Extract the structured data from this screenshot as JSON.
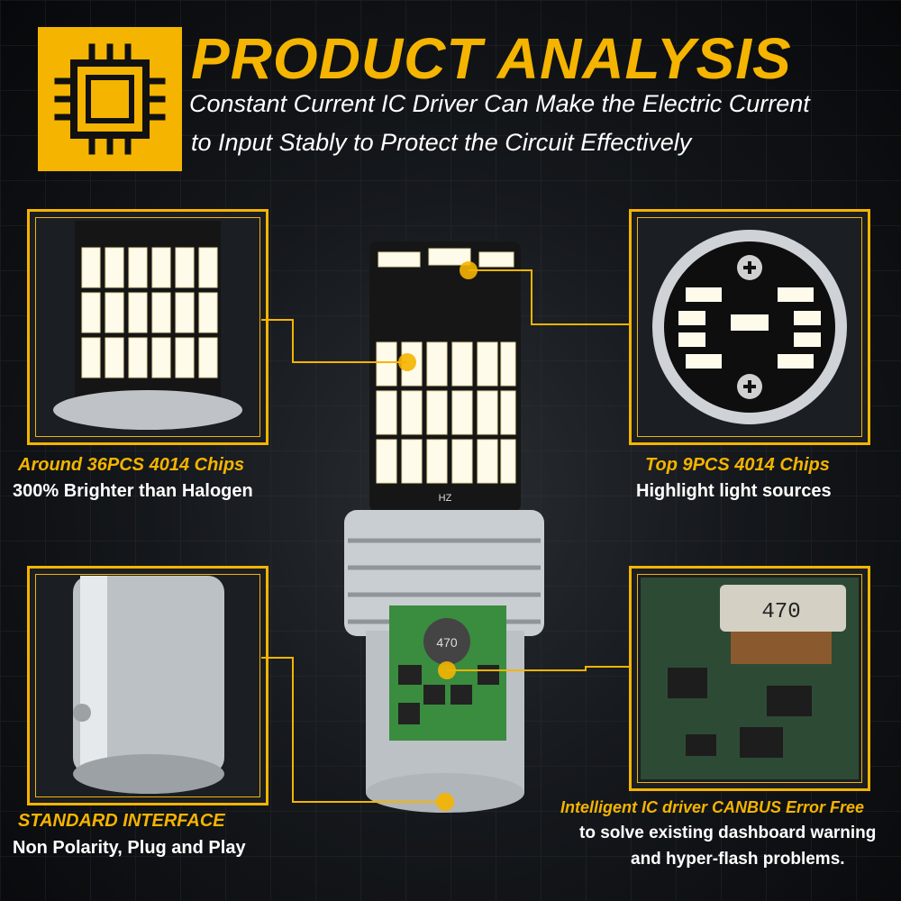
{
  "header": {
    "title": "PRODUCT ANALYSIS",
    "subtitle_line1": "Constant Current IC Driver Can Make the Electric Current",
    "subtitle_line2": "to Input Stably to Protect the Circuit Effectively",
    "icon": "chip-icon"
  },
  "top_left": {
    "caption_highlight": "Around 36PCS 4014 Chips",
    "caption_body": "300% Brighter than Halogen"
  },
  "top_right": {
    "caption_highlight": "Top 9PCS 4014 Chips",
    "caption_body": "Highlight light sources"
  },
  "bottom_left": {
    "caption_highlight": "STANDARD INTERFACE",
    "caption_body": "Non Polarity, Plug and Play"
  },
  "bottom_right": {
    "caption_highlight": "Intelligent IC driver CANBUS Error Free",
    "caption_body_line1": "to solve existing dashboard warning",
    "caption_body_line2": "and hyper-flash problems."
  },
  "bulb_markings": {
    "hz": "HZ",
    "inductor_code": "470"
  },
  "colors": {
    "accent": "#f5b400",
    "text": "#ffffff",
    "background": "#0d0f12"
  }
}
